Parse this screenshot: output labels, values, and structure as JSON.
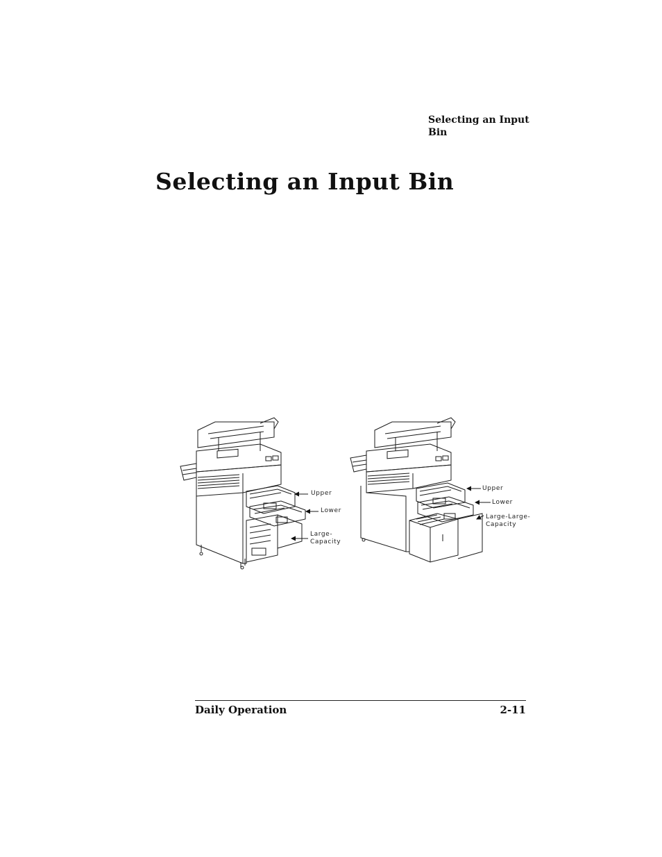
{
  "running_header": "Selecting an Input Bin",
  "title": "Selecting an Input Bin",
  "figure": {
    "left_printer_callouts": {
      "upper": "Upper",
      "lower": "Lower",
      "large_capacity_line1": "Large-",
      "large_capacity_line2": "Capacity"
    },
    "right_printer_callouts": {
      "upper": "Upper",
      "lower": "Lower",
      "large_large_capacity_line1": "Large-Large-",
      "large_large_capacity_line2": "Capacity"
    }
  },
  "footer": {
    "section": "Daily Operation",
    "page_number": "2-11"
  }
}
